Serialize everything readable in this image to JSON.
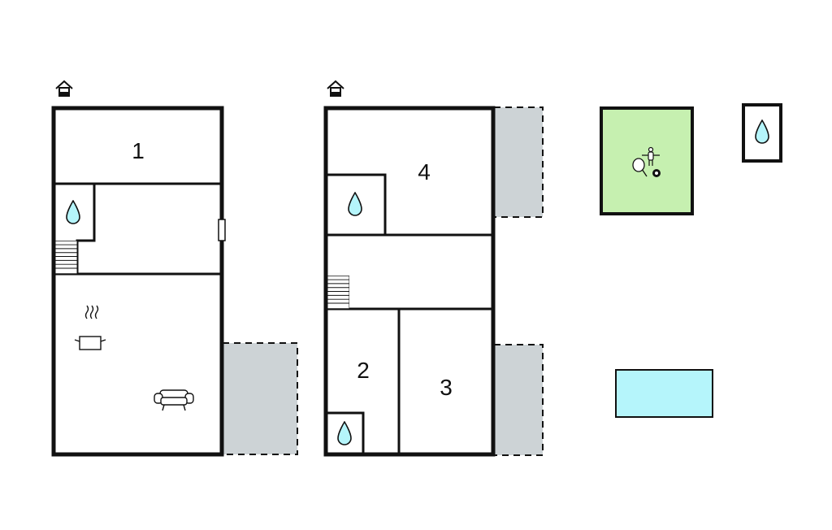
{
  "floors": [
    {
      "rooms": [
        {
          "label": "1"
        }
      ],
      "icons": [
        "house-icon",
        "water-drop-icon",
        "stairs-icon",
        "cooking-pot-icon",
        "sofa-icon",
        "door-icon"
      ]
    },
    {
      "rooms": [
        {
          "label": "4"
        },
        {
          "label": "2"
        },
        {
          "label": "3"
        }
      ],
      "icons": [
        "house-icon",
        "water-drop-icon",
        "stairs-icon"
      ]
    }
  ],
  "outbuildings": {
    "games_room_icons": [
      "foosball-icon",
      "table-tennis-icon",
      "billiard-ball-icon"
    ],
    "small_building_icon": "water-drop-icon",
    "pool": "swimming-pool"
  },
  "colors": {
    "wall": "#111111",
    "terrace": "#cdd3d6",
    "games_room": "#c6f0b0",
    "pool": "#b5f5fb",
    "water_drop": "#b5f5fb"
  }
}
